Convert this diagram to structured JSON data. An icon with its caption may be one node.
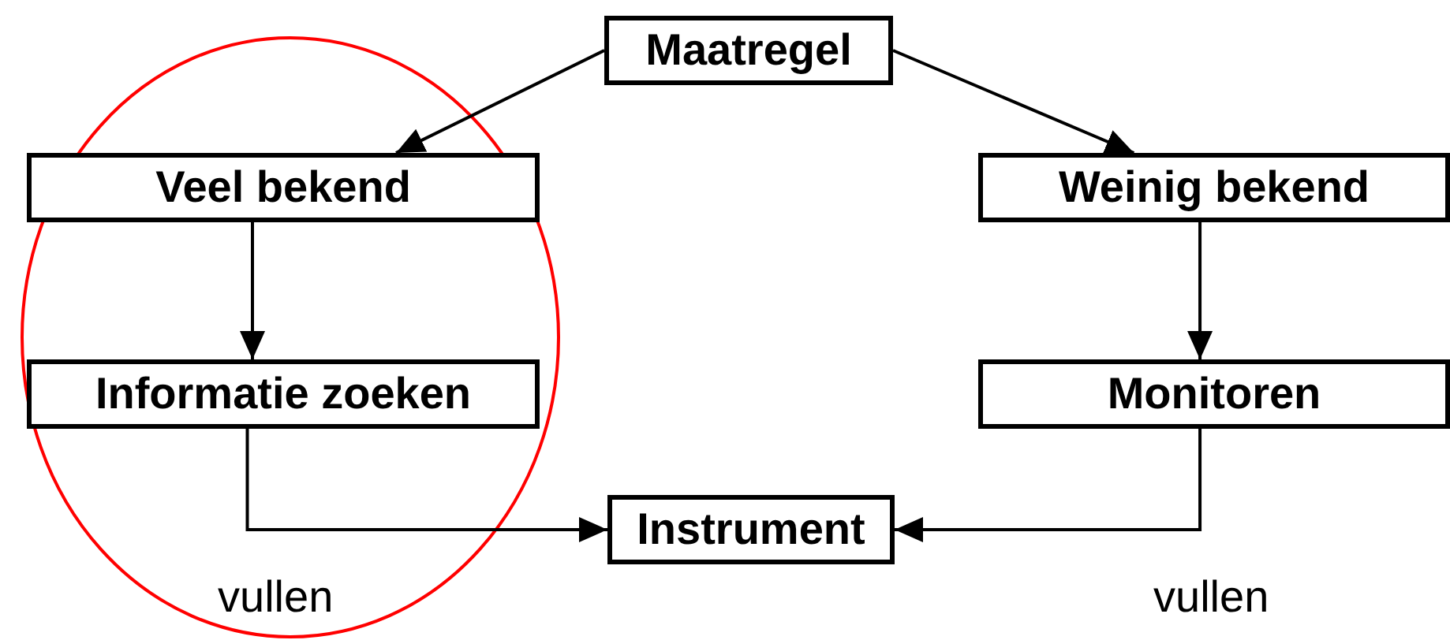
{
  "diagram": {
    "nodes": [
      {
        "text": [
          "Maatregel"
        ]
      },
      {
        "text": [
          "Veel bekend"
        ]
      },
      {
        "text": [
          "Weinig bekend"
        ]
      },
      {
        "text": [
          "Informatie zoeken"
        ]
      },
      {
        "text": [
          "Monitoren"
        ]
      },
      {
        "text": [
          "Instrument"
        ]
      }
    ],
    "edges": [
      {
        "from": 0,
        "to": 1,
        "arrow": "to"
      },
      {
        "from": 0,
        "to": 2,
        "arrow": "to"
      },
      {
        "from": 1,
        "to": 3,
        "arrow": "to"
      },
      {
        "from": 2,
        "to": 4,
        "arrow": "to"
      },
      {
        "from": 3,
        "to": 5,
        "arrow": "to"
      },
      {
        "from": 4,
        "to": 5,
        "arrow": "to"
      }
    ],
    "labels": [
      "vullen",
      "vullen"
    ]
  }
}
